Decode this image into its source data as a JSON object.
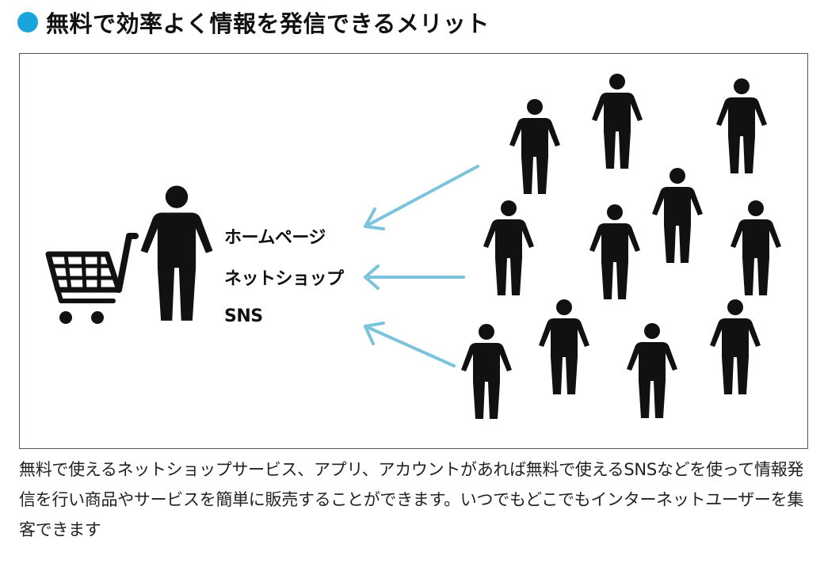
{
  "heading": {
    "title": "無料で効率よく情報を発信できるメリット",
    "bullet_color": "#1aa3dc"
  },
  "diagram": {
    "channels": [
      "ホームページ",
      "ネットショップ",
      "SNS"
    ],
    "arrow_color": "#7cc3dc",
    "figure_color": "#111111",
    "icons": [
      "shopping-cart-icon",
      "seller-person-icon",
      "customer-person-icon"
    ]
  },
  "description": {
    "text": "無料で使えるネットショップサービス、アプリ、アカウントがあれば無料で使えるSNSなどを使って情報発信を行い商品やサービスを簡単に販売することができます。いつでもどこでもインターネットユーザーを集客できます"
  }
}
